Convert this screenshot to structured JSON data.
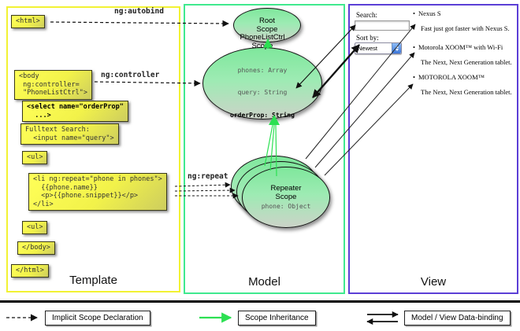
{
  "panels": {
    "template": {
      "label": "Template"
    },
    "model": {
      "label": "Model"
    },
    "view": {
      "label": "View"
    }
  },
  "annotations": {
    "autobind": "ng:autobind",
    "controller": "ng:controller",
    "repeat": "ng:repeat"
  },
  "template_code": {
    "html_open": "<html>",
    "body_open": "<body\n ng:controller=\n \"PhoneListCtrl\">",
    "select": "<select name=\"orderProp\"\n  ...>",
    "fulltext": "Fulltext Search:\n  <input name=\"query\">",
    "ul_open": "<ul>",
    "li_repeat": "<li ng:repeat=\"phone in phones\">\n  {{phone.name}}\n  <p>{{phone.snippet}}</p>\n</li>",
    "ul_close": "<ul>",
    "body_close": "</body>",
    "html_close": "</html>"
  },
  "model": {
    "root_scope": {
      "title": "Root\nScope"
    },
    "phonelist_scope": {
      "title": "PhoneListCtrl\nScope",
      "prop_phones": "phones: Array",
      "prop_query": "query: String",
      "prop_order": "orderProp: String"
    },
    "repeater_scope": {
      "title": "Repeater\nScope",
      "prop": "phone: Object"
    }
  },
  "view": {
    "search_label": "Search:",
    "search_value": "",
    "sort_label": "Sort by:",
    "sort_value": "Newest",
    "items": [
      {
        "title": "Nexus S",
        "desc": "Fast just got faster with Nexus S."
      },
      {
        "title": "Motorola XOOM™ with Wi-Fi",
        "desc": "The Next, Next Generation tablet."
      },
      {
        "title": "MOTOROLA XOOM™",
        "desc": "The Next, Next Generation tablet."
      }
    ]
  },
  "legend": {
    "implicit": "Implicit Scope Declaration",
    "inheritance": "Scope Inheritance",
    "databinding": "Model / View Data-binding"
  },
  "colors": {
    "template_border": "#f2f233",
    "model_border": "#40e98e",
    "view_border": "#5b3fd6",
    "box_fill": "#f2f24a",
    "scope_fill": "#8fe9a8",
    "arrow_green": "#2ce052"
  }
}
